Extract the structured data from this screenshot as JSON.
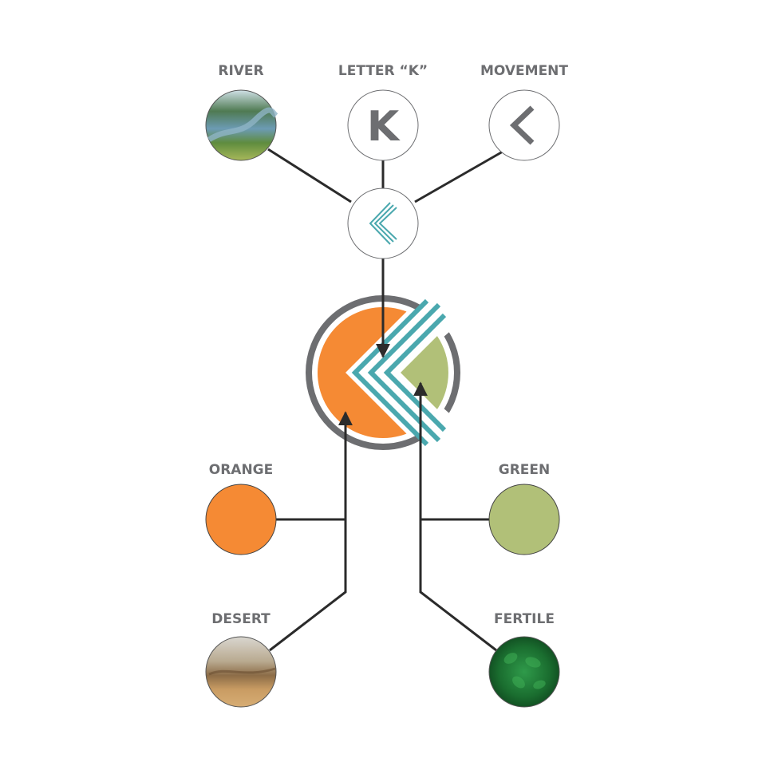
{
  "labels": {
    "river": "RIVER",
    "letter_k": "LETTER “K”",
    "movement": "MOVEMENT",
    "orange": "ORANGE",
    "green": "GREEN",
    "desert": "DESERT",
    "fertile": "FERTILE"
  },
  "k_glyph": "K",
  "colors": {
    "orange": "#f58a34",
    "green": "#b1c078",
    "teal": "#4aa8ae",
    "gray": "#6d6e71",
    "line": "#2b2b2b"
  }
}
